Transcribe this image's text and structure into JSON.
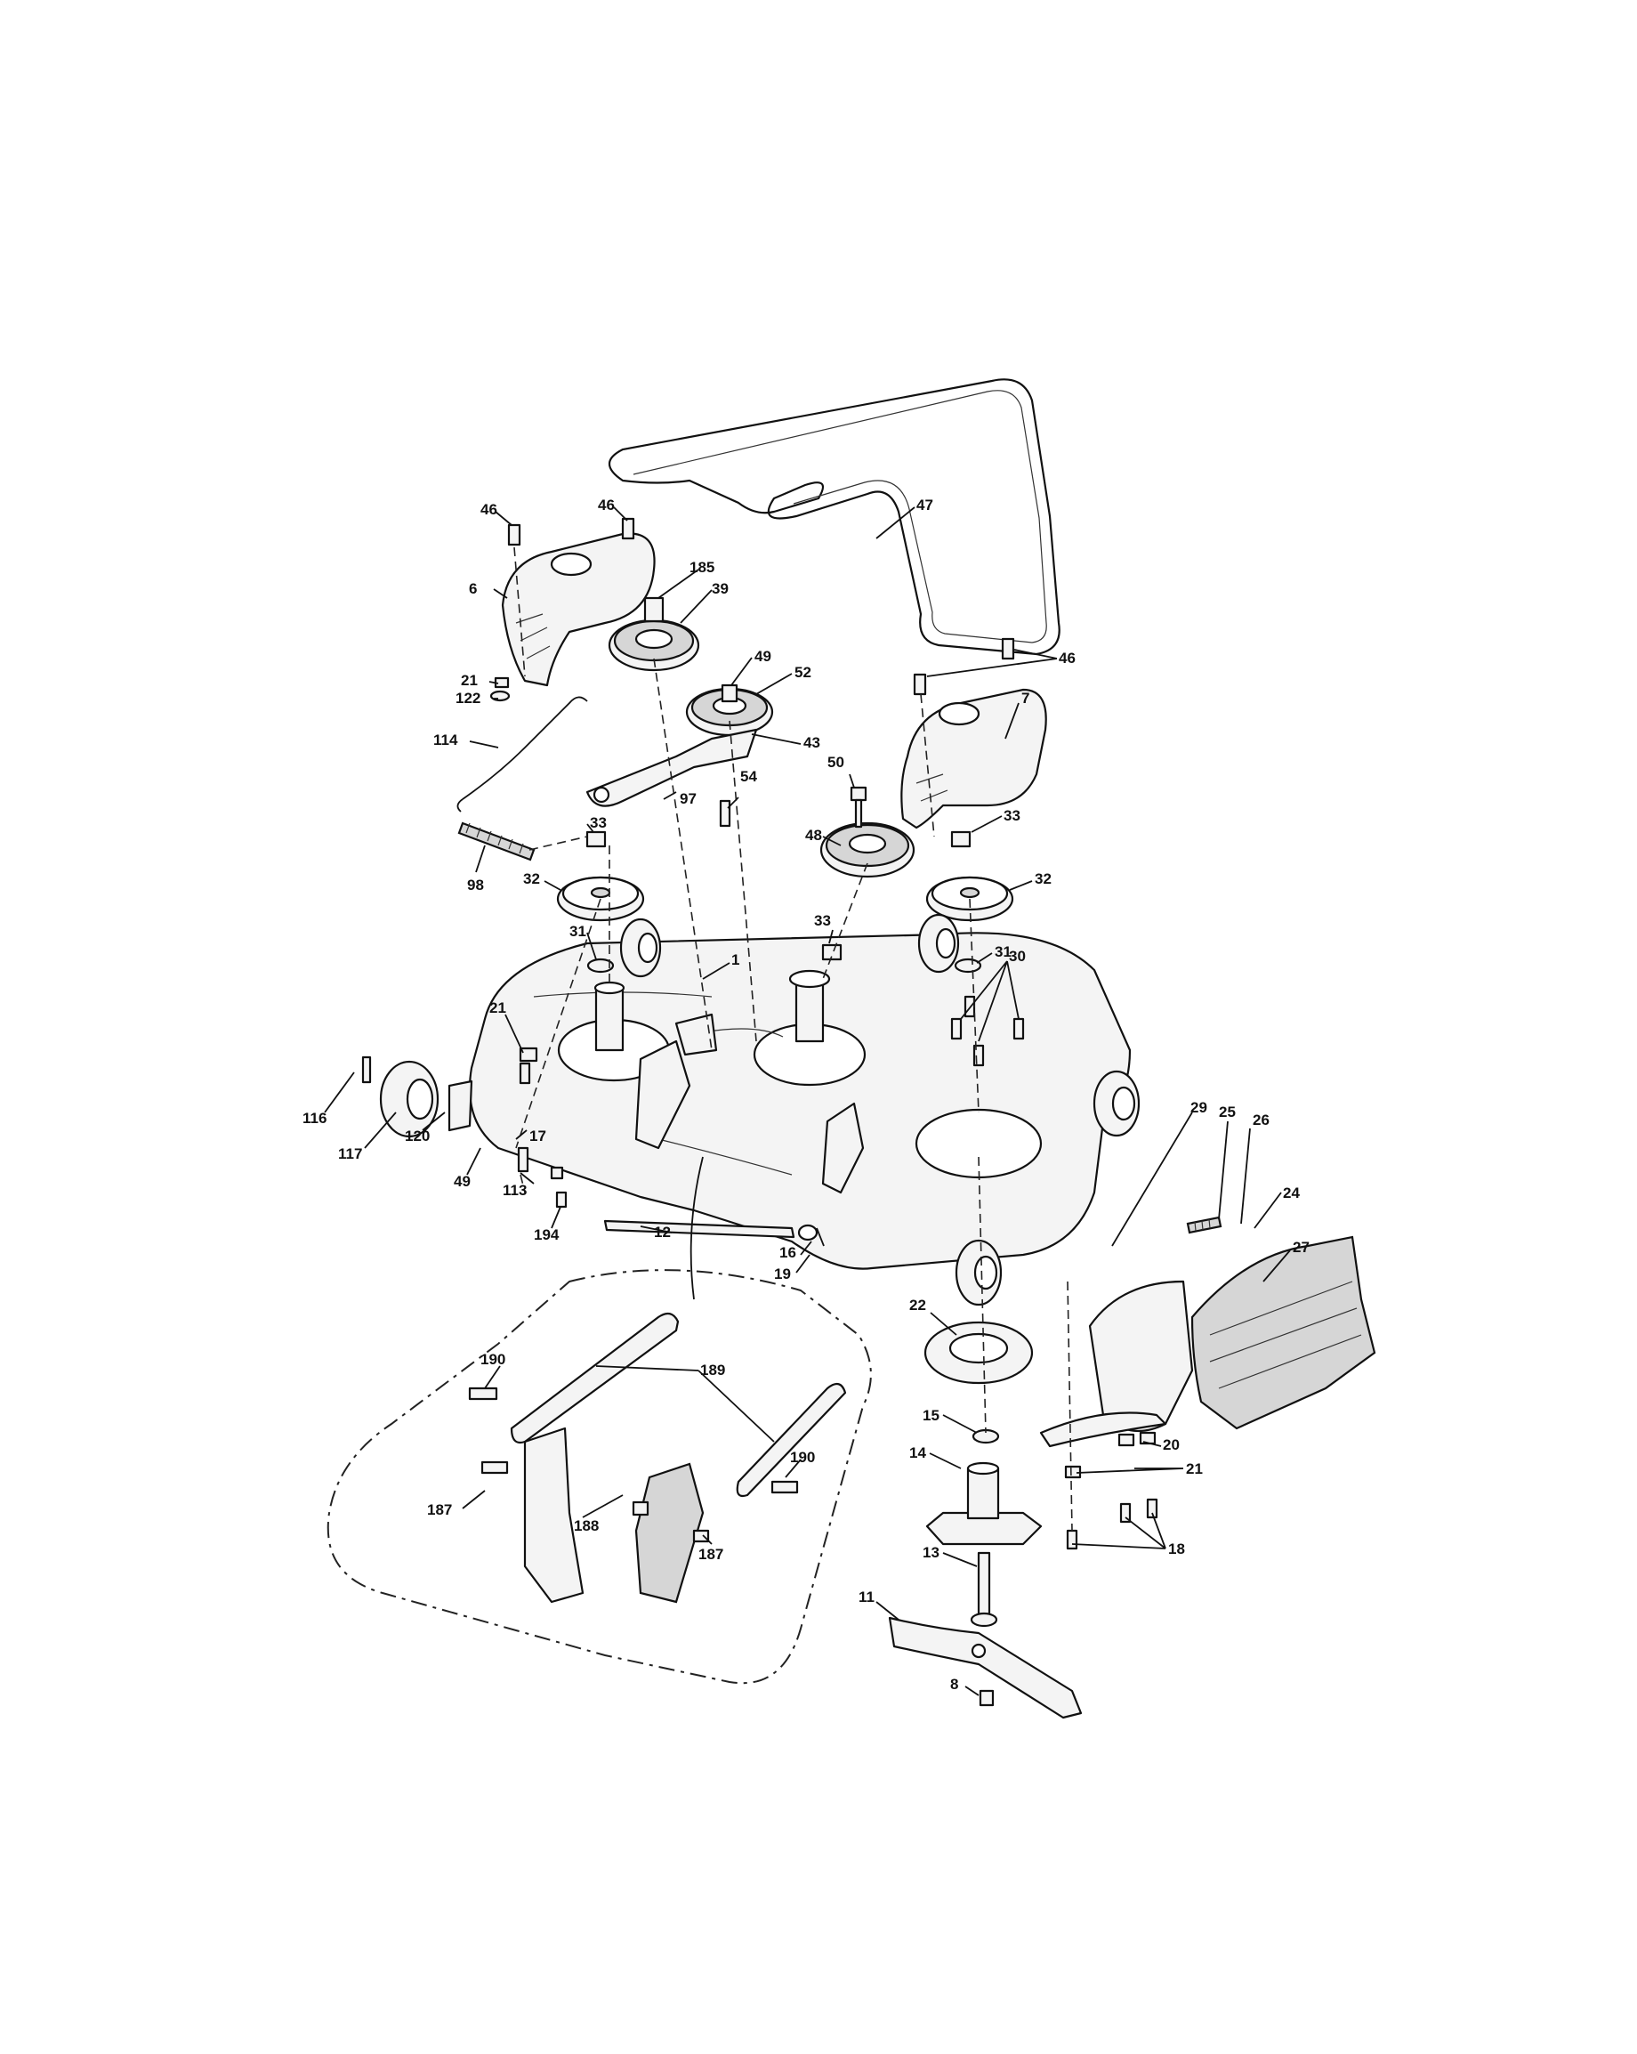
{
  "diagram": {
    "callouts": [
      {
        "id": "c46a",
        "text": "46"
      },
      {
        "id": "c46b",
        "text": "46"
      },
      {
        "id": "c47",
        "text": "47"
      },
      {
        "id": "c6",
        "text": "6"
      },
      {
        "id": "c185",
        "text": "185"
      },
      {
        "id": "c39",
        "text": "39"
      },
      {
        "id": "c49a",
        "text": "49"
      },
      {
        "id": "c52",
        "text": "52"
      },
      {
        "id": "c46c",
        "text": "46"
      },
      {
        "id": "c21a",
        "text": "21"
      },
      {
        "id": "c122",
        "text": "122"
      },
      {
        "id": "c114",
        "text": "114"
      },
      {
        "id": "c43",
        "text": "43"
      },
      {
        "id": "c50",
        "text": "50"
      },
      {
        "id": "c54",
        "text": "54"
      },
      {
        "id": "c97",
        "text": "97"
      },
      {
        "id": "c7",
        "text": "7"
      },
      {
        "id": "c98",
        "text": "98"
      },
      {
        "id": "c33a",
        "text": "33"
      },
      {
        "id": "c33b",
        "text": "33"
      },
      {
        "id": "c48",
        "text": "48"
      },
      {
        "id": "c32a",
        "text": "32"
      },
      {
        "id": "c32b",
        "text": "32"
      },
      {
        "id": "c33c",
        "text": "33"
      },
      {
        "id": "c31a",
        "text": "31"
      },
      {
        "id": "c31b",
        "text": "31"
      },
      {
        "id": "c1",
        "text": "1"
      },
      {
        "id": "c30",
        "text": "30"
      },
      {
        "id": "c21b",
        "text": "21"
      },
      {
        "id": "c116",
        "text": "116"
      },
      {
        "id": "c117",
        "text": "117"
      },
      {
        "id": "c120",
        "text": "120"
      },
      {
        "id": "c17",
        "text": "17"
      },
      {
        "id": "c49b",
        "text": "49"
      },
      {
        "id": "c113",
        "text": "113"
      },
      {
        "id": "c194",
        "text": "194"
      },
      {
        "id": "c12",
        "text": "12"
      },
      {
        "id": "c16",
        "text": "16"
      },
      {
        "id": "c19",
        "text": "19"
      },
      {
        "id": "c29",
        "text": "29"
      },
      {
        "id": "c25",
        "text": "25"
      },
      {
        "id": "c26",
        "text": "26"
      },
      {
        "id": "c24",
        "text": "24"
      },
      {
        "id": "c27",
        "text": "27"
      },
      {
        "id": "c22",
        "text": "22"
      },
      {
        "id": "c189",
        "text": "189"
      },
      {
        "id": "c190a",
        "text": "190"
      },
      {
        "id": "c190b",
        "text": "190"
      },
      {
        "id": "c187a",
        "text": "187"
      },
      {
        "id": "c188",
        "text": "188"
      },
      {
        "id": "c187b",
        "text": "187"
      },
      {
        "id": "c15",
        "text": "15"
      },
      {
        "id": "c14",
        "text": "14"
      },
      {
        "id": "c20",
        "text": "20"
      },
      {
        "id": "c21c",
        "text": "21"
      },
      {
        "id": "c13",
        "text": "13"
      },
      {
        "id": "c18",
        "text": "18"
      },
      {
        "id": "c11",
        "text": "11"
      },
      {
        "id": "c8",
        "text": "8"
      }
    ]
  }
}
